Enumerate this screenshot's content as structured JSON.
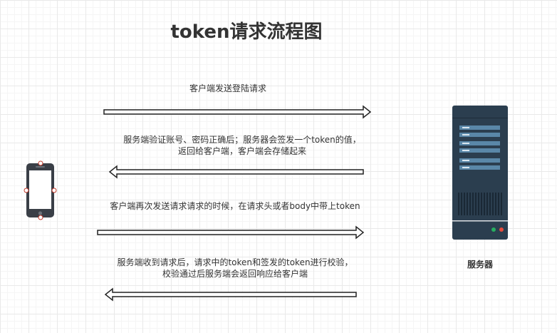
{
  "title": "token请求流程图",
  "messages": {
    "step1": "客户端发送登陆请求",
    "step2": "服务端验证账号、密码正确后；服务器会签发一个token的值，返回给客户端，客户端会存储起来",
    "step3": "客户端再次发送请求请求的时候，在请求头或者body中带上token",
    "step4": "服务端收到请求后，请求中的token和签发的token进行校验，校验通过后服务端会返回响应给客户端"
  },
  "server": {
    "label": "服务器"
  },
  "icons": {
    "client": "mobile-phone-icon",
    "server": "server-rack-icon"
  },
  "colors": {
    "server_body": "#2b3e4f",
    "server_slot": "#5a87a8",
    "phone_body": "#3a3f47",
    "led_green": "#27ae60",
    "led_red": "#e74c3c"
  }
}
